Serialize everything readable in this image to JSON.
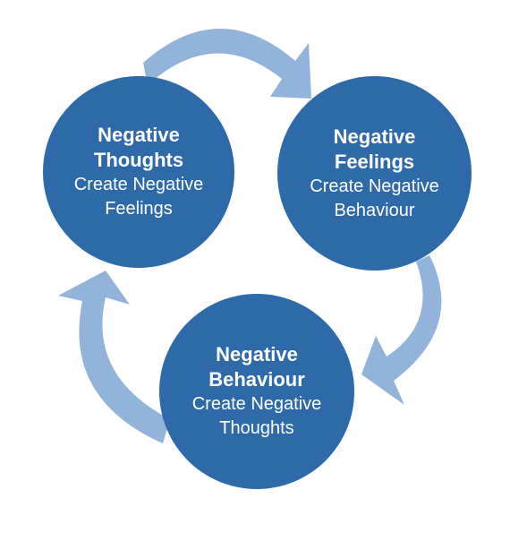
{
  "colors": {
    "circle_fill": "#2e6aaa",
    "arrow_fill": "#93b4da",
    "text": "#ffffff",
    "background": "#ffffff"
  },
  "nodes": [
    {
      "title_line1": "Negative",
      "title_line2": "Thoughts",
      "desc_line1": "Create Negative",
      "desc_line2": "Feelings"
    },
    {
      "title_line1": "Negative",
      "title_line2": "Feelings",
      "desc_line1": "Create Negative",
      "desc_line2": "Behaviour"
    },
    {
      "title_line1": "Negative",
      "title_line2": "Behaviour",
      "desc_line1": "Create Negative",
      "desc_line2": "Thoughts"
    }
  ]
}
